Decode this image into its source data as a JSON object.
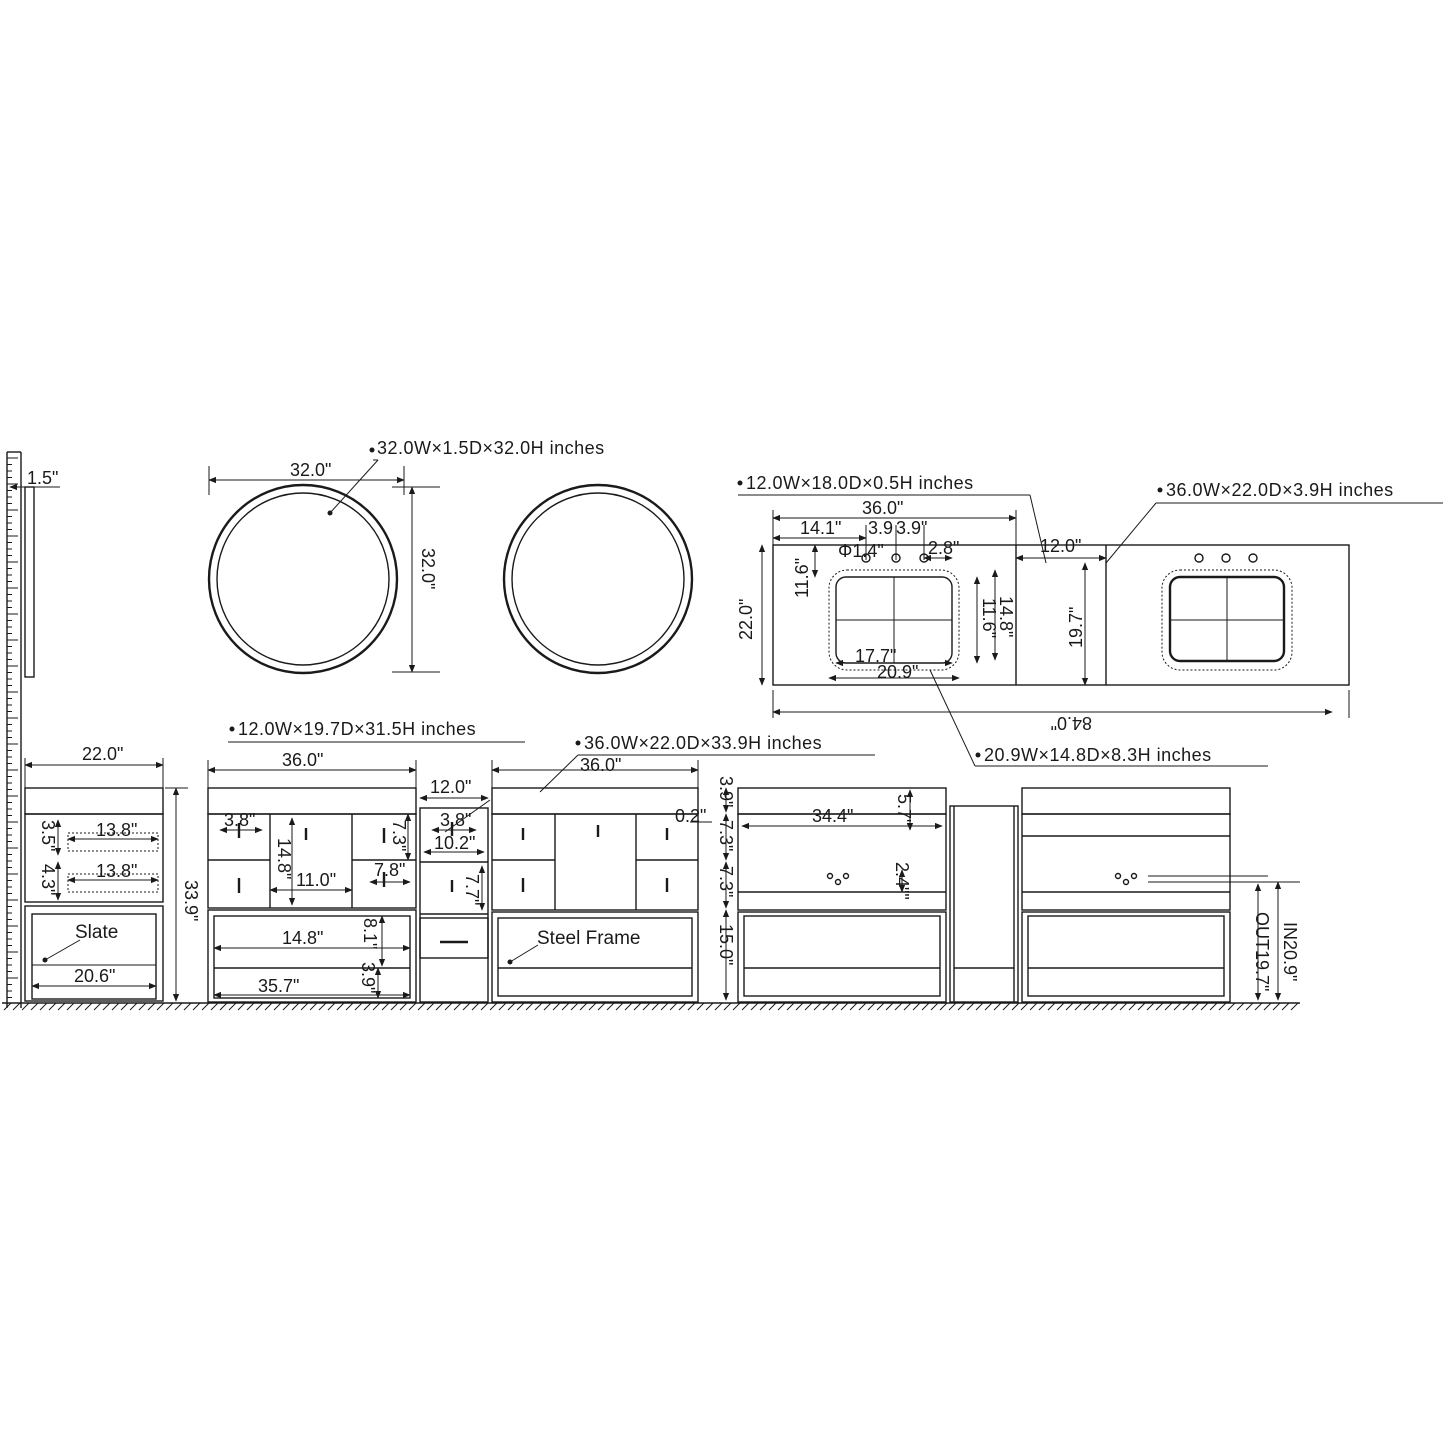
{
  "specs": {
    "mirror": "32.0W×1.5D×32.0H inches",
    "top_small": "12.0W×18.0D×0.5H inches",
    "top_large": "36.0W×22.0D×3.9H inches",
    "side_cabinet": "12.0W×19.7D×31.5H inches",
    "main_vanity": "36.0W×22.0D×33.9H inches",
    "sink": "20.9W×14.8D×8.3H inches"
  },
  "dims": {
    "mirror_depth": "1.5\"",
    "mirror_width": "32.0\"",
    "mirror_height": "32.0\"",
    "top_width_36": "36.0\"",
    "top_14_1": "14.1\"",
    "top_3_9a": "3.9",
    "top_3_9b": "3.9\"",
    "faucet_hole": "Φ1.4\"",
    "top_2_8": "2.8\"",
    "top_12": "12.0\"",
    "top_depth_22": "22.0\"",
    "top_11_6a": "11.6\"",
    "top_11_6b": "11.6\"",
    "top_14_8": "14.8\"",
    "top_19_7": "19.7\"",
    "top_17_7": "17.7\"",
    "top_20_9": "20.9\"",
    "top_total_84": "84.0\"",
    "side_22": "22.0\"",
    "side_3_5": "3.5\"",
    "side_13_8a": "13.8\"",
    "side_4_3": "4.3\"",
    "side_13_8b": "13.8\"",
    "side_20_6": "20.6\"",
    "side_33_9": "33.9\"",
    "front_36a": "36.0\"",
    "front_3_8a": "3.8\"",
    "front_14_8": "14.8\"",
    "front_7_3": "7.3\"",
    "front_11_0": "11.0\"",
    "front_7_8": "7.8\"",
    "front_14_8b": "14.8\"",
    "front_8_1": "8.1\"",
    "front_3_9": "3.9\"",
    "front_35_7": "35.7\"",
    "cab_12": "12.0\"",
    "cab_3_8": "3.8\"",
    "cab_10_2": "10.2\"",
    "cab_7_7": "7.7\"",
    "front_36b": "36.0\"",
    "v_3_9": "3.9\"",
    "v_0_2": "0.2\"",
    "v_7_3a": "7.3\"",
    "v_7_3b": "7.3\"",
    "v_15_0": "15.0\"",
    "v_34_4": "34.4\"",
    "v_5_7": "5.7\"",
    "v_2_4": "2.4\"\"",
    "out_19_7": "OUT19.7\"",
    "in_20_9": "IN20.9\""
  },
  "labels": {
    "slate": "Slate",
    "steel_frame": "Steel Frame"
  }
}
